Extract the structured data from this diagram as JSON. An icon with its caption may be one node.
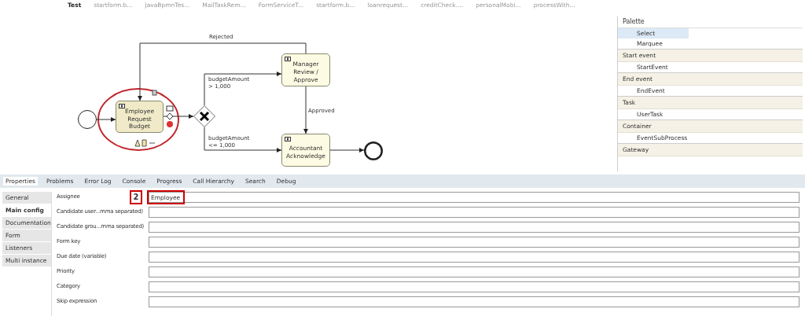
{
  "diagram": {
    "nodes": [
      {
        "text": [],
        "shape": "circle"
      },
      {
        "text": [
          "Employee Request Budget"
        ]
      },
      {
        "text": [],
        "shape": "diamond"
      },
      {
        "text": [
          "Manager Review / Approve"
        ]
      },
      {
        "text": [
          "Accountant Acknowledge"
        ]
      },
      {
        "text": [],
        "shape": "circle"
      }
    ],
    "edges": [
      {
        "from": 0,
        "to": 1,
        "arrow": "to"
      },
      {
        "from": 1,
        "to": 2,
        "arrow": "to"
      },
      {
        "from": 2,
        "to": 3,
        "arrow": "to",
        "label": "budgetAmount > 1,000"
      },
      {
        "from": 2,
        "to": 4,
        "arrow": "to",
        "label": "budgetAmount <= 1,000"
      },
      {
        "from": 3,
        "to": 4,
        "arrow": "to",
        "label": "Approved"
      },
      {
        "from": 3,
        "to": 1,
        "arrow": "to",
        "label": "Rejected"
      },
      {
        "from": 4,
        "to": 5,
        "arrow": "to"
      }
    ],
    "labels": [
      "Test",
      "startform.b...",
      "JavaBpmnTes...",
      "MailTaskRem...",
      "FormServiceT...",
      "startform.b...",
      "loanrequest...",
      "creditCheck....",
      "personalMobi...",
      "processWith...",
      "Palette",
      "Select",
      "Marquee",
      "Start event",
      "StartEvent",
      "End event",
      "EndEvent",
      "Task",
      "UserTask",
      "Container",
      "EventSubProcess",
      "Gateway",
      "Properties",
      "Problems",
      "Error Log",
      "Console",
      "Progress",
      "Call Hierarchy",
      "Search",
      "Debug",
      "General",
      "Main config",
      "Documentation",
      "Form",
      "Listeners",
      "Multi instance",
      "Assignee",
      "2",
      "Employee",
      "Candidate user...mma separated)",
      "Candidate grou...mma separated)",
      "Form key",
      "Due date (variable)",
      "Priority",
      "Category",
      "Skip expression"
    ]
  }
}
